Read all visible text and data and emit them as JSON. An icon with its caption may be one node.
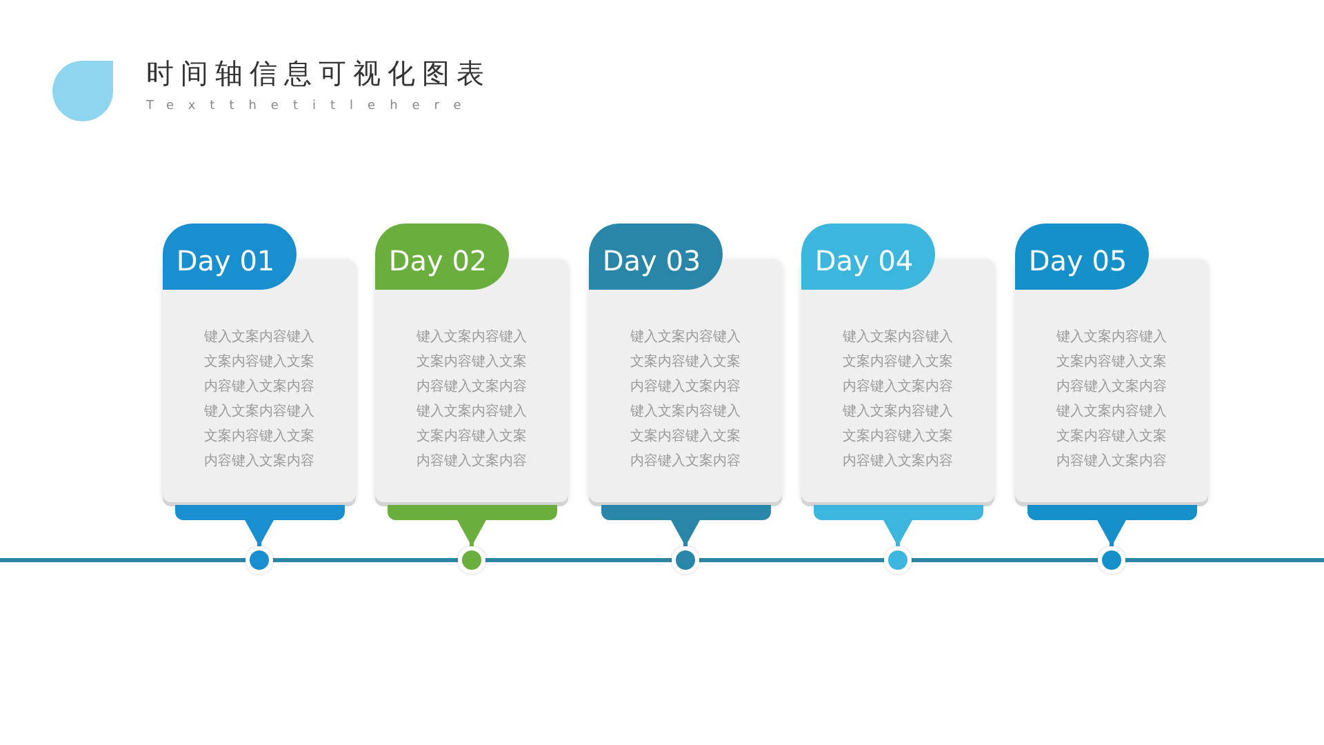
{
  "diagram": {
    "title": "时间轴信息可视化图表",
    "nodes": [
      {
        "text": [
          "Day 01",
          "键入文案内容键入文案内容键入文案内容键入文案内容键入文案内容键入文案内容键入文案内容键入文案内容"
        ]
      },
      {
        "text": [
          "Day 02",
          "键入文案内容键入文案内容键入文案内容键入文案内容键入文案内容键入文案内容键入文案内容键入文案内容"
        ]
      },
      {
        "text": [
          "Day 03",
          "键入文案内容键入文案内容键入文案内容键入文案内容键入文案内容键入文案内容键入文案内容键入文案内容"
        ]
      },
      {
        "text": [
          "Day 04",
          "键入文案内容键入文案内容键入文案内容键入文案内容键入文案内容键入文案内容键入文案内容键入文案内容"
        ]
      },
      {
        "text": [
          "Day 05",
          "键入文案内容键入文案内容键入文案内容键入文案内容键入文案内容键入文案内容键入文案内容键入文案内容"
        ]
      },
      {
        "text": [],
        "shape": "circle"
      },
      {
        "text": [],
        "shape": "circle"
      },
      {
        "text": [],
        "shape": "circle"
      },
      {
        "text": [],
        "shape": "circle"
      },
      {
        "text": [],
        "shape": "circle"
      }
    ],
    "edges": [
      {
        "from": 0,
        "to": 5,
        "arrow": "to",
        "color": "#1a8fd0"
      },
      {
        "from": 1,
        "to": 6,
        "arrow": "to",
        "color": "#6aaf3e"
      },
      {
        "from": 2,
        "to": 7,
        "arrow": "to",
        "color": "#2a86a8"
      },
      {
        "from": 3,
        "to": 8,
        "arrow": "to",
        "color": "#3cb6dd"
      },
      {
        "from": 4,
        "to": 9,
        "arrow": "to",
        "color": "#1590c8"
      }
    ],
    "labels": [
      "Textthetitlehere"
    ]
  }
}
